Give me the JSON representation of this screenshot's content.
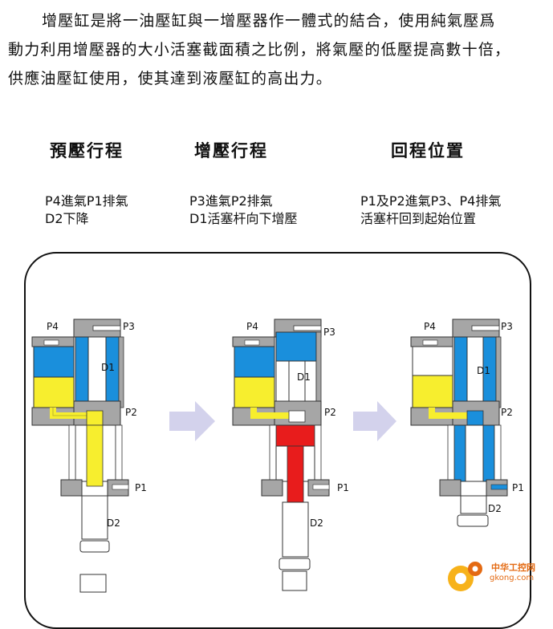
{
  "intro": {
    "line1": "增壓缸是將一油壓缸與一增壓器作一體式的結合，使用純氣壓爲",
    "line2": "動力利用增壓器的大小活塞截面積之比例，將氣壓的低壓提高數十倍，",
    "line3": "供應油壓缸使用，使其達到液壓缸的高出力。"
  },
  "stages": [
    {
      "title": "預壓行程",
      "desc1": "P4進氣P1排氣",
      "desc2": "D2下降"
    },
    {
      "title": "增壓行程",
      "desc1": "P3進氣P2排氣",
      "desc2": "D1活塞杆向下增壓"
    },
    {
      "title": "回程位置",
      "desc1": "P1及P2進氣P3、P4排氣",
      "desc2": "活塞杆回到起始位置"
    }
  ],
  "labels": {
    "p1": "P1",
    "p2": "P2",
    "p3": "P3",
    "p4": "P4",
    "d1": "D1",
    "d2": "D2"
  },
  "colors": {
    "air": "#1a8fdc",
    "oil": "#f7ee2e",
    "pressurized_oil": "#e81c1c",
    "metal": "#a6a6a6",
    "arrow": "#d3d2ec"
  },
  "watermark": {
    "line1": "中华工控网",
    "line2": "gkong.com"
  }
}
